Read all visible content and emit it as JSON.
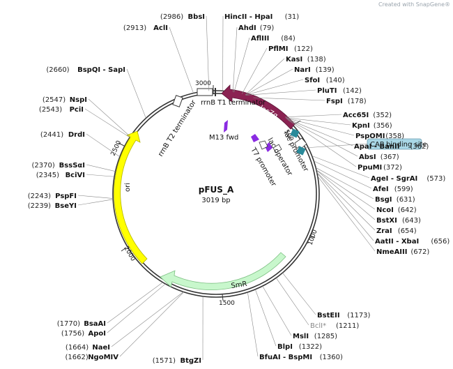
{
  "watermark": "Created with SnapGene®",
  "plasmid": {
    "name": "pFUS_A",
    "size_label": "3019 bp",
    "length": 3019
  },
  "colors": {
    "lacZa": "#8b2252",
    "SmR": "#c8f7cc",
    "ori": "#ffff00",
    "primer": "#8a2be2",
    "cap": "#2a8a9a",
    "terminator": "#ffffff",
    "backbone": "#333333"
  },
  "ticks": [
    "3000",
    "500",
    "1000",
    "1500",
    "2000",
    "2500"
  ],
  "sites_right": [
    {
      "name": "HincII - HpaI",
      "pos": "(31)"
    },
    {
      "name": "AhdI",
      "pos": "(79)"
    },
    {
      "name": "AflIII",
      "pos": "(84)"
    },
    {
      "name": "PflMI",
      "pos": "(122)"
    },
    {
      "name": "KasI",
      "pos": "(138)"
    },
    {
      "name": "NarI",
      "pos": "(139)"
    },
    {
      "name": "SfoI",
      "pos": "(140)"
    },
    {
      "name": "PluTI",
      "pos": "(142)"
    },
    {
      "name": "FspI",
      "pos": "(178)"
    },
    {
      "name": "Acc65I",
      "pos": "(352)"
    },
    {
      "name": "KpnI",
      "pos": "(356)"
    },
    {
      "name": "PspOMI",
      "pos": "(358)"
    },
    {
      "name": "ApaI - BanII",
      "pos": "(362)"
    },
    {
      "name": "AbsI",
      "pos": "(367)"
    },
    {
      "name": "PpuMI",
      "pos": "(372)"
    },
    {
      "name": "AgeI - SgrAI",
      "pos": "(573)"
    },
    {
      "name": "AfeI",
      "pos": "(599)"
    },
    {
      "name": "BsgI",
      "pos": "(631)"
    },
    {
      "name": "NcoI",
      "pos": "(642)"
    },
    {
      "name": "BstXI",
      "pos": "(643)"
    },
    {
      "name": "ZraI",
      "pos": "(654)"
    },
    {
      "name": "AatII - XbaI",
      "pos": "(656)"
    },
    {
      "name": "NmeAIII",
      "pos": "(672)"
    },
    {
      "name": "BstEII",
      "pos": "(1173)"
    },
    {
      "name": "BclI*",
      "pos": "(1211)",
      "dim": true
    },
    {
      "name": "MslI",
      "pos": "(1285)"
    },
    {
      "name": "BlpI",
      "pos": "(1322)"
    },
    {
      "name": "BfuAI - BspMI",
      "pos": "(1360)"
    }
  ],
  "sites_left": [
    {
      "name": "BbsI",
      "pos": "(2986)"
    },
    {
      "name": "AclI",
      "pos": "(2913)"
    },
    {
      "name": "BspQI - SapI",
      "pos": "(2660)"
    },
    {
      "name": "NspI",
      "pos": "(2547)"
    },
    {
      "name": "PciI",
      "pos": "(2543)"
    },
    {
      "name": "DrdI",
      "pos": "(2441)"
    },
    {
      "name": "BssSαI",
      "pos": "(2370)"
    },
    {
      "name": "BciVI",
      "pos": "(2345)"
    },
    {
      "name": "PspFI",
      "pos": "(2243)"
    },
    {
      "name": "BseYI",
      "pos": "(2239)"
    },
    {
      "name": "BsaAI",
      "pos": "(1770)"
    },
    {
      "name": "ApoI",
      "pos": "(1756)"
    },
    {
      "name": "NaeI",
      "pos": "(1664)"
    },
    {
      "name": "NgoMIV",
      "pos": "(1662)"
    },
    {
      "name": "BtgZI",
      "pos": "(1571)"
    }
  ],
  "features": {
    "lacZa": "lacZα",
    "SmR": "SmR",
    "ori": "ori",
    "rrnB_T1": "rrnB T1 terminator",
    "rrnB_T2": "rrnB T2 terminator",
    "M13_fwd": "M13 fwd",
    "T7_promoter": "T7 promoter",
    "lac_operator": "lac operator",
    "lac_promoter": "lac promoter",
    "CAP": "CAP binding site"
  }
}
